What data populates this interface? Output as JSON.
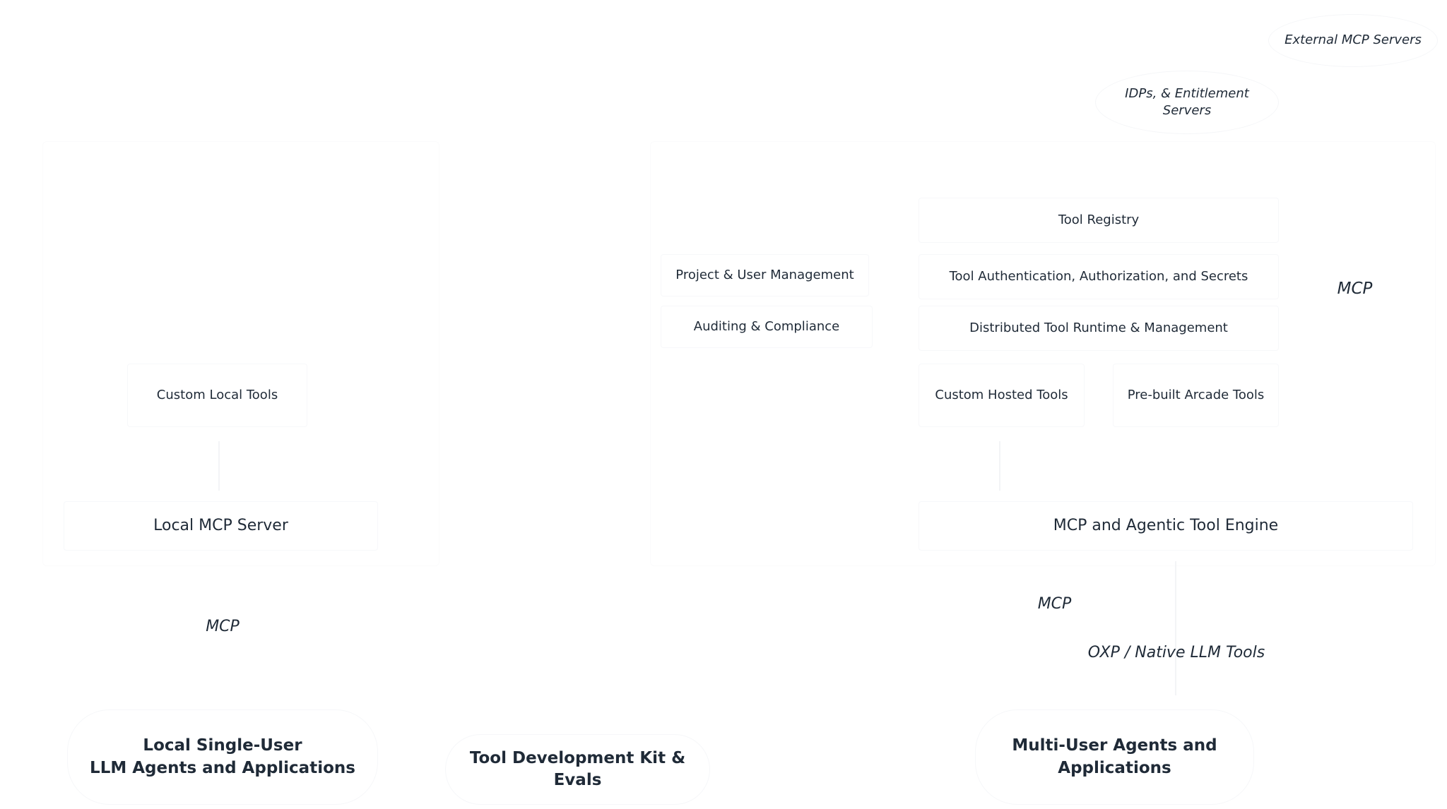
{
  "external": {
    "mcp_servers": "External MCP Servers",
    "idp_servers": "IDPs, & Entitlement\nServers"
  },
  "platform": {
    "tool_registry": "Tool Registry",
    "project_user_mgmt": "Project & User Management",
    "tool_auth": "Tool Authentication, Authorization, and Secrets",
    "auditing": "Auditing & Compliance",
    "distributed_runtime": "Distributed Tool Runtime & Management",
    "custom_hosted_tools": "Custom Hosted Tools",
    "prebuilt_tools": "Pre-built Arcade Tools",
    "engine": "MCP and Agentic Tool Engine",
    "mcp_right": "MCP",
    "mcp_engine_down": "MCP",
    "oxp_native": "OXP / Native LLM Tools"
  },
  "local": {
    "custom_local_tools": "Custom Local Tools",
    "local_server": "Local MCP Server",
    "mcp_local": "MCP"
  },
  "clients": {
    "local_agents": "Local Single-User\nLLM Agents and Applications",
    "tdk": "Tool Development Kit & Evals",
    "multi_user_agents": "Multi-User Agents and\nApplications"
  }
}
